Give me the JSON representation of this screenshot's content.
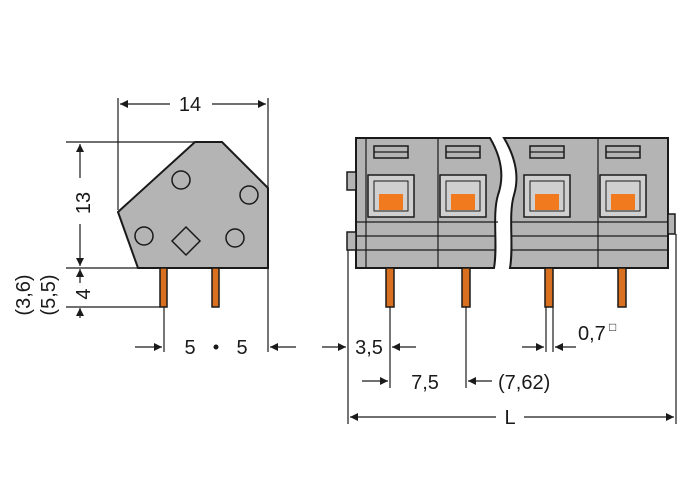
{
  "dimensions": {
    "width_14": "14",
    "height_13": "13",
    "pin_4": "4",
    "pin_alt_36": "(3,6)",
    "pin_alt_55": "(5,5)",
    "pitch_5a": "5",
    "pitch_5b": "5",
    "offset_35": "3,5",
    "pitch_75": "7,5",
    "pitch_762": "(7,62)",
    "pin_dia": "0,7",
    "pin_dia_symbol": "□",
    "length_L": "L"
  },
  "colors": {
    "housing": "#b4b4b4",
    "pin": "#d9701f",
    "actuator": "#f07a1d"
  }
}
